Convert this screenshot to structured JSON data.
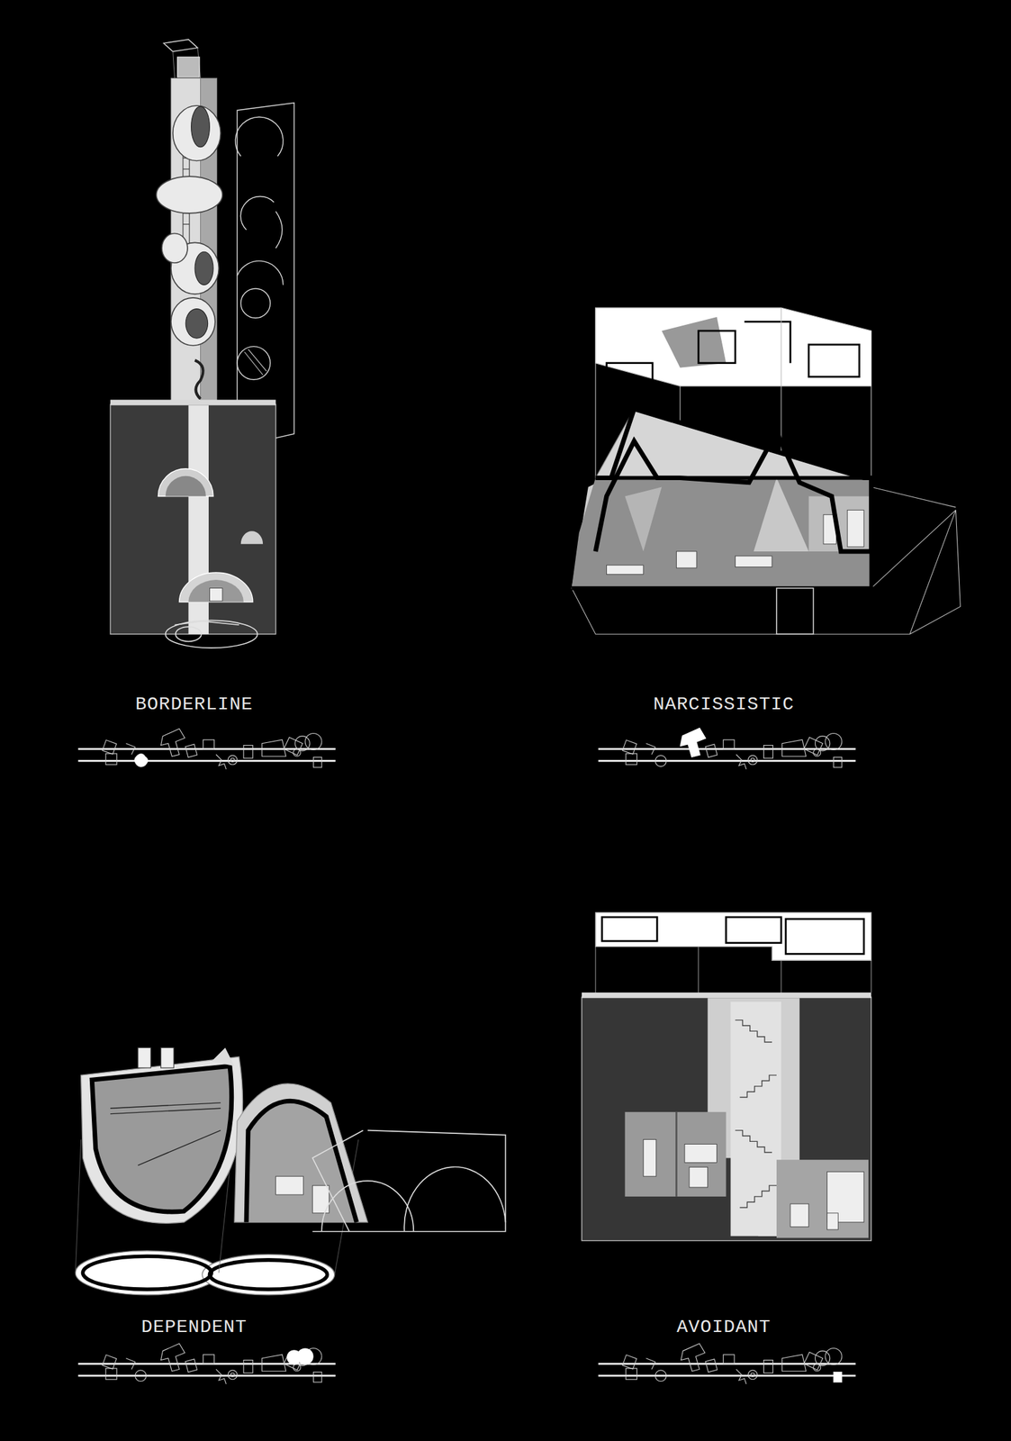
{
  "diagram": {
    "labels": [
      "BORDERLINE",
      "NARCISSISTIC",
      "DEPENDENT",
      "AVOIDANT"
    ]
  }
}
